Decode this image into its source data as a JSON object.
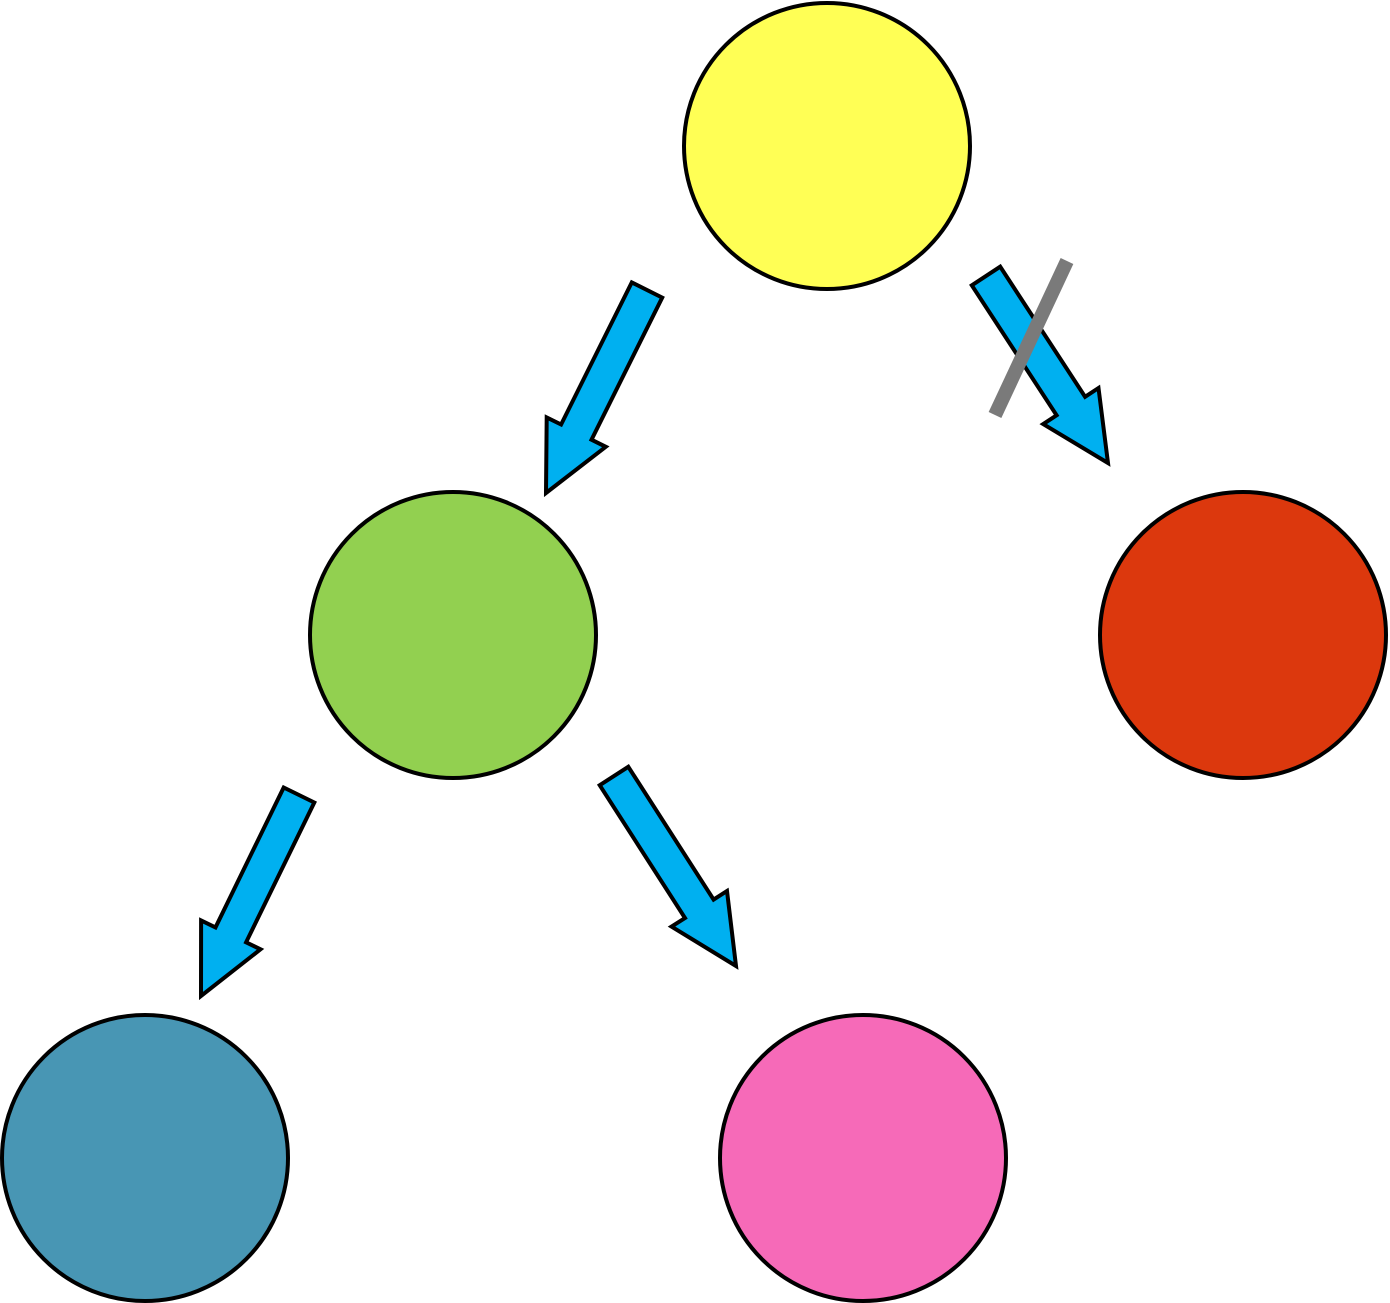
{
  "colors": {
    "background": "#ffffff",
    "outline": "#000000",
    "arrow": "#00b0f0",
    "blocker": "#7a7a7a"
  },
  "nodes": [
    {
      "id": "root",
      "color": "#ffff55"
    },
    {
      "id": "left-child",
      "color": "#92d050"
    },
    {
      "id": "right-child",
      "color": "#dc380d"
    },
    {
      "id": "left-left",
      "color": "#4896b4"
    },
    {
      "id": "left-right",
      "color": "#f66ab8"
    }
  ],
  "edges": [
    {
      "from": "root",
      "to": "left-child",
      "blocked": false
    },
    {
      "from": "root",
      "to": "right-child",
      "blocked": true
    },
    {
      "from": "left-child",
      "to": "left-left",
      "blocked": false
    },
    {
      "from": "left-child",
      "to": "left-right",
      "blocked": false
    }
  ]
}
